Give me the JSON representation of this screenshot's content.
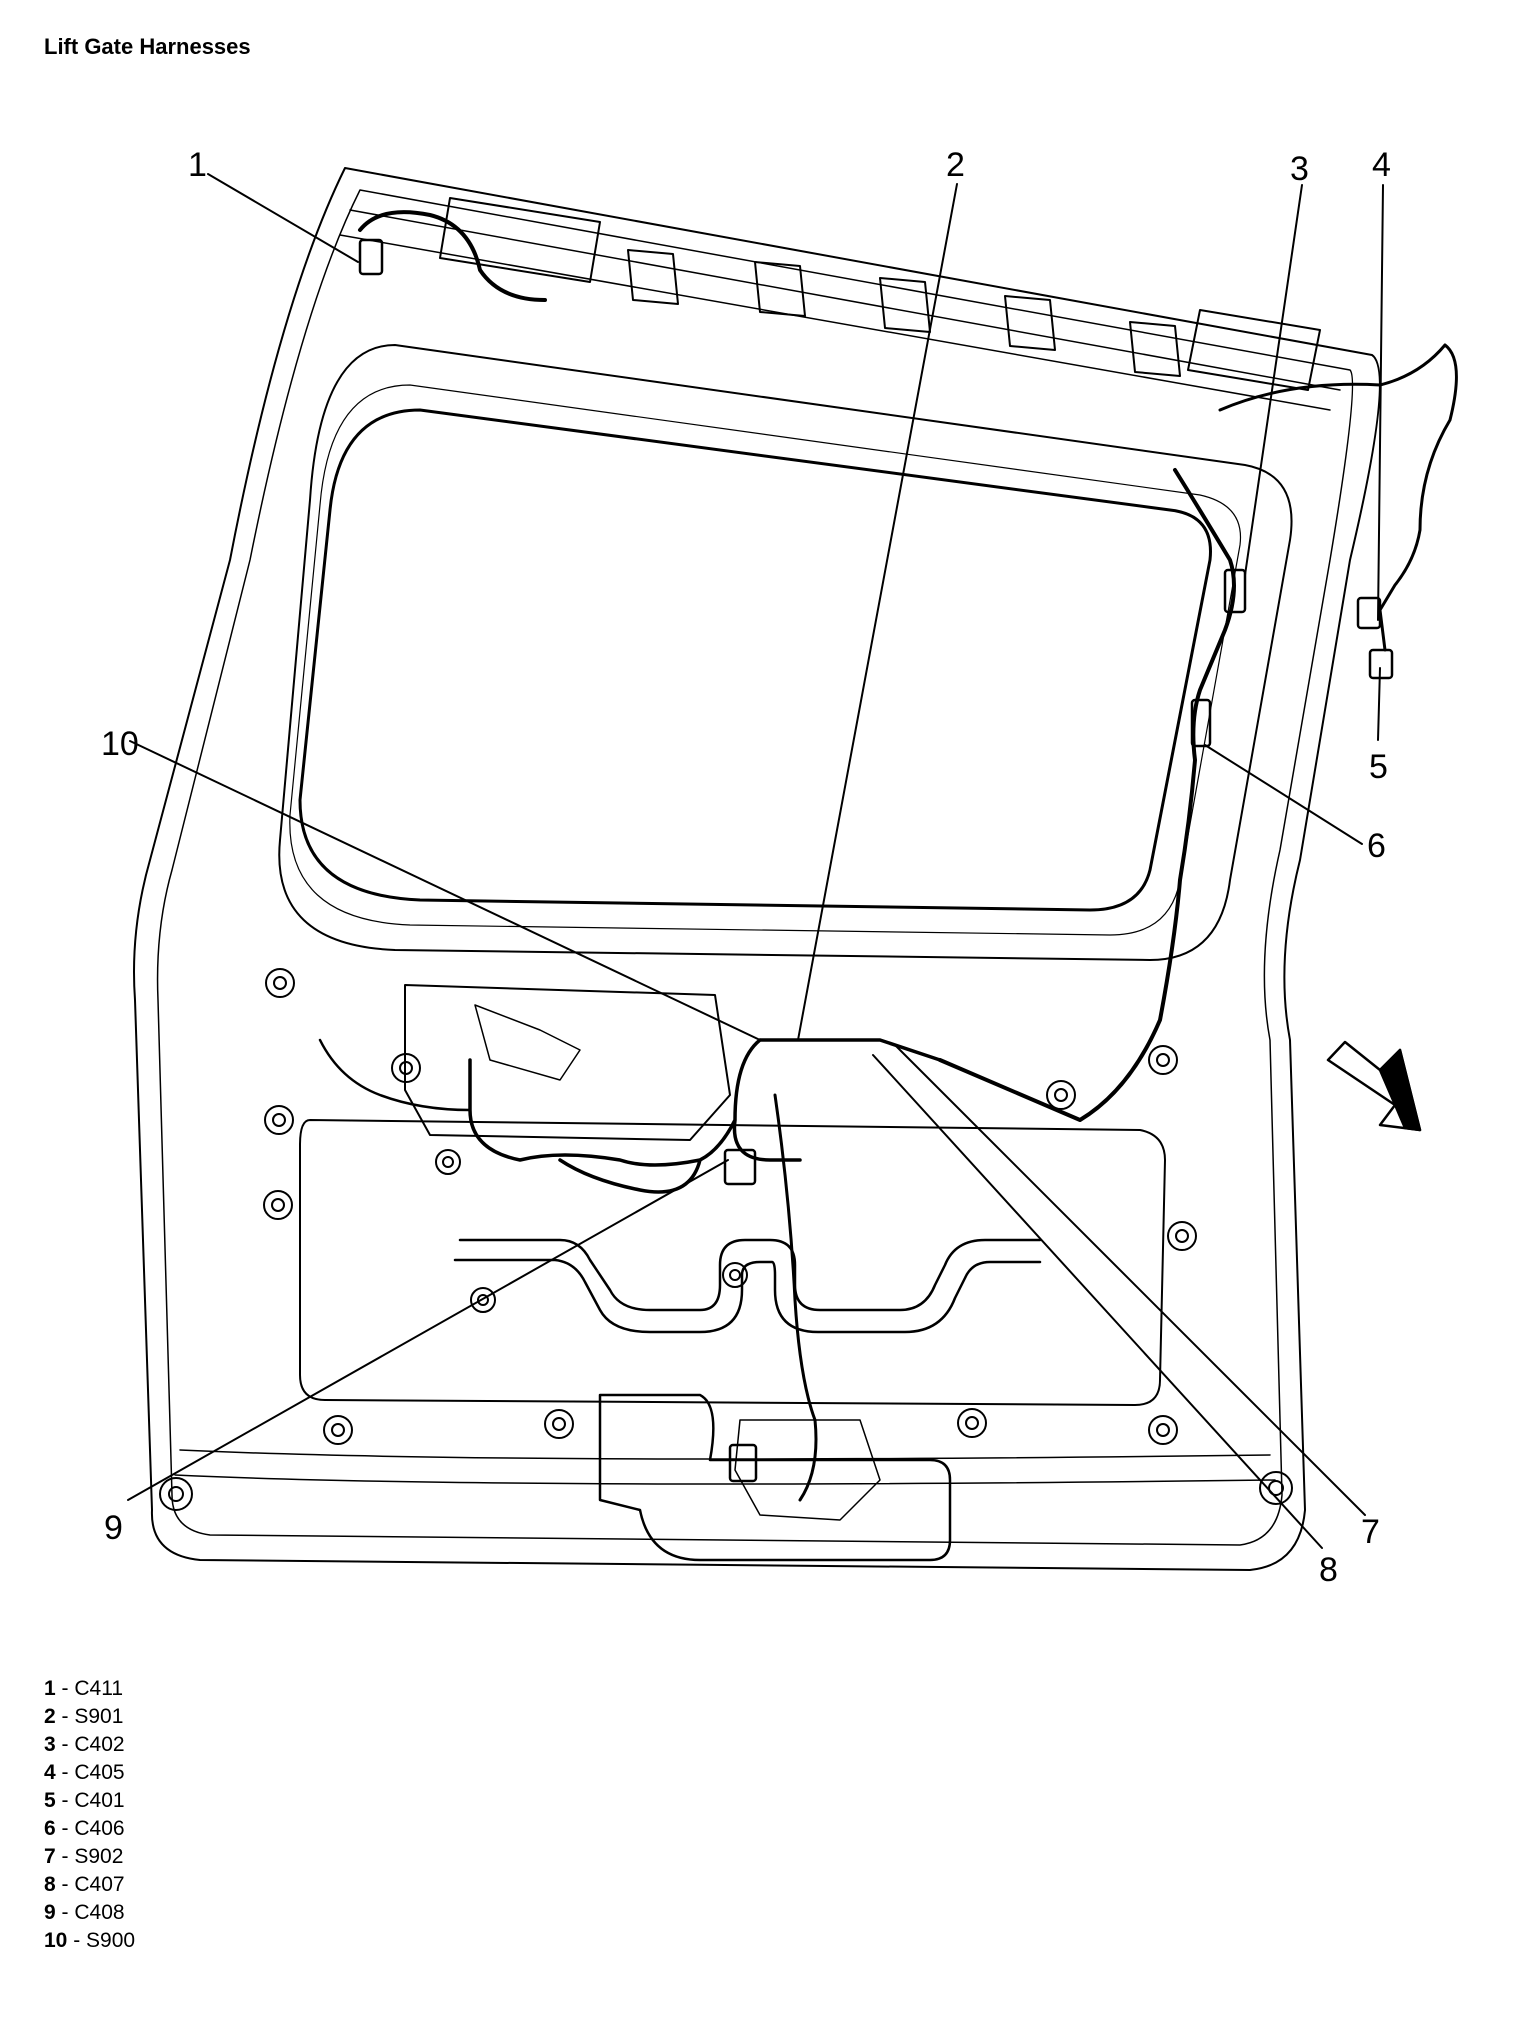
{
  "title": "Lift Gate Harnesses",
  "callouts": [
    "1",
    "2",
    "3",
    "4",
    "5",
    "6",
    "7",
    "8",
    "9",
    "10"
  ],
  "legend": [
    {
      "num": "1",
      "sep": " - ",
      "code": "C411"
    },
    {
      "num": "2",
      "sep": " - ",
      "code": "S901"
    },
    {
      "num": "3",
      "sep": " - ",
      "code": "C402"
    },
    {
      "num": "4",
      "sep": " - ",
      "code": "C405"
    },
    {
      "num": "5",
      "sep": " - ",
      "code": "C401"
    },
    {
      "num": "6",
      "sep": " - ",
      "code": "C406"
    },
    {
      "num": "7",
      "sep": " - ",
      "code": "S902"
    },
    {
      "num": "8",
      "sep": " - ",
      "code": "C407"
    },
    {
      "num": "9",
      "sep": " - ",
      "code": "C408"
    },
    {
      "num": "10",
      "sep": " - ",
      "code": "S900"
    }
  ]
}
